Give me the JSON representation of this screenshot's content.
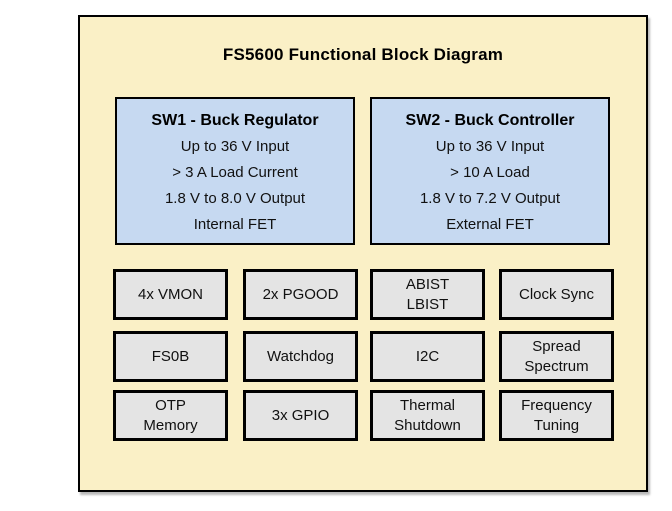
{
  "diagram": {
    "title": "FS5600 Functional Block Diagram",
    "colors": {
      "frame_fill": "#faf0c6",
      "frame_border": "#000000",
      "sw_fill": "#c6d9f1",
      "block_fill": "#e4e4e4",
      "text": "#111111"
    },
    "sw_blocks": [
      {
        "title": "SW1 - Buck Regulator",
        "lines": [
          "Up to 36 V Input",
          "> 3 A Load Current",
          "1.8 V to 8.0 V Output",
          "Internal FET"
        ]
      },
      {
        "title": "SW2 - Buck Controller",
        "lines": [
          "Up to 36 V Input",
          "> 10 A Load",
          "1.8 V to 7.2 V Output",
          "External FET"
        ]
      }
    ],
    "feature_blocks": [
      {
        "label": "4x VMON"
      },
      {
        "label": "2x PGOOD"
      },
      {
        "label": "ABIST\nLBIST"
      },
      {
        "label": "Clock Sync"
      },
      {
        "label": "FS0B"
      },
      {
        "label": "Watchdog"
      },
      {
        "label": "I2C"
      },
      {
        "label": "Spread\nSpectrum"
      },
      {
        "label": "OTP\nMemory"
      },
      {
        "label": "3x GPIO"
      },
      {
        "label": "Thermal\nShutdown"
      },
      {
        "label": "Frequency\nTuning"
      }
    ]
  }
}
